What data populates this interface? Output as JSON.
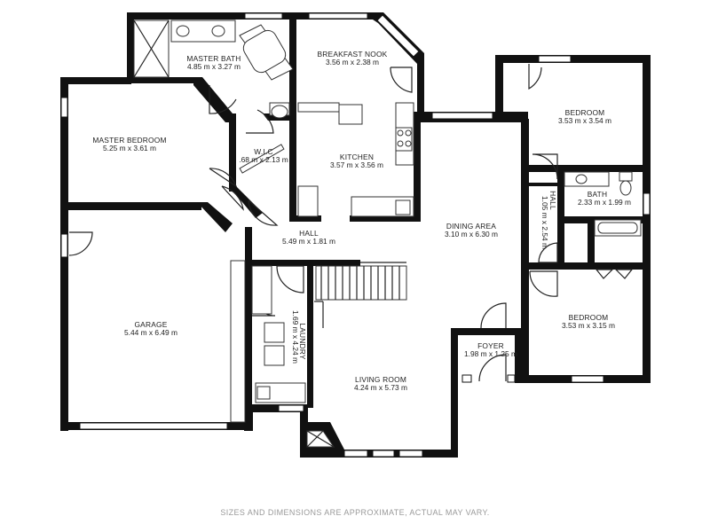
{
  "rooms": {
    "master_bath": {
      "name": "MASTER BATH",
      "dims": "4.85 m x 3.27 m"
    },
    "breakfast_nook": {
      "name": "BREAKFAST NOOK",
      "dims": "3.56 m x 2.38 m"
    },
    "bedroom_ne": {
      "name": "BEDROOM",
      "dims": "3.53 m x 3.54 m"
    },
    "master_bedroom": {
      "name": "MASTER BEDROOM",
      "dims": "5.25 m x 3.61 m"
    },
    "wic": {
      "name": "W.I.C",
      "dims": ".68 m x 2.13 m"
    },
    "kitchen": {
      "name": "KITCHEN",
      "dims": "3.57 m x 3.56 m"
    },
    "bath": {
      "name": "BATH",
      "dims": "2.33 m x 1.99 m"
    },
    "hall_vertical": {
      "name": "HALL",
      "dims": "1.05 m x 2.54 m"
    },
    "dining_area": {
      "name": "DINING AREA",
      "dims": "3.10 m x 6.30 m"
    },
    "hall": {
      "name": "HALL",
      "dims": "5.49 m x 1.81 m"
    },
    "garage": {
      "name": "GARAGE",
      "dims": "5.44 m x 6.49 m"
    },
    "laundry": {
      "name": "LAUNDRY",
      "dims": "1.69 m x 4.24 m"
    },
    "bedroom_se": {
      "name": "BEDROOM",
      "dims": "3.53 m x 3.15 m"
    },
    "foyer": {
      "name": "FOYER",
      "dims": "1.98 m x 1.25 m"
    },
    "living_room": {
      "name": "LIVING ROOM",
      "dims": "4.24 m x 5.73 m"
    }
  },
  "disclaimer": "SIZES AND DIMENSIONS ARE APPROXIMATE, ACTUAL MAY VARY."
}
